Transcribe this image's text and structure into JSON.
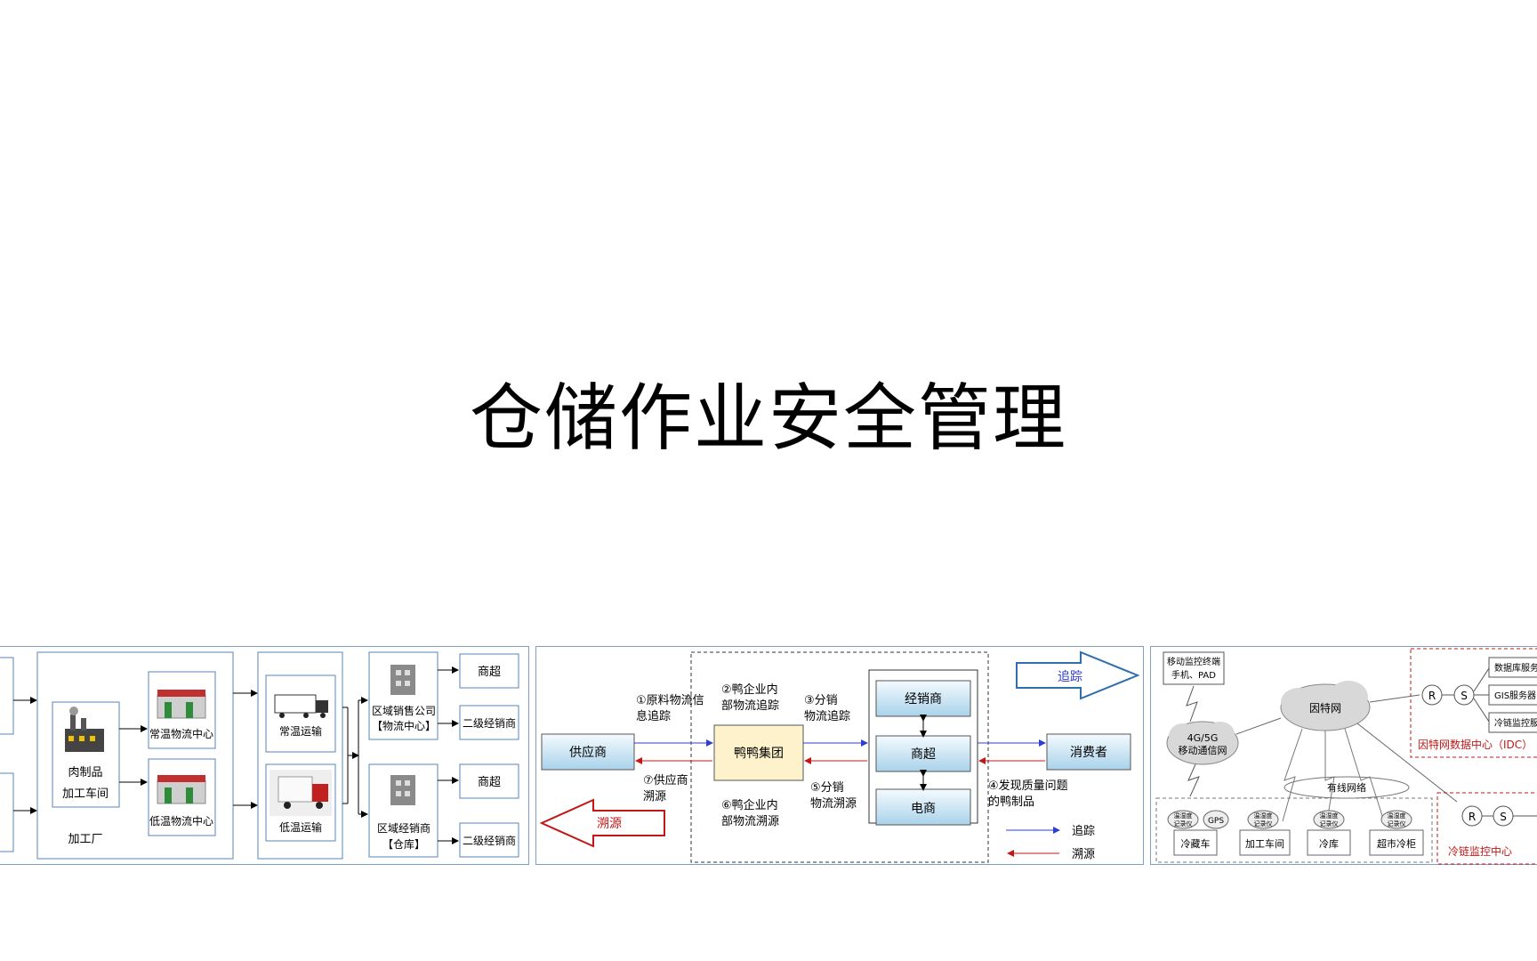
{
  "slide": {
    "title": "仓储作业安全管理"
  },
  "panel1": {
    "factory_caption": "加工厂",
    "meat": "肉制品",
    "meat_workshop": "加工车间",
    "normal_temp_center": "常温物流中心",
    "low_temp_center": "低温物流中心",
    "normal_transport": "常温运输",
    "low_transport": "低温运输",
    "regional_sales": "区域销售公司",
    "logistics_center": "【物流中心】",
    "regional_dealer": "区域经销商",
    "warehouse": "【仓库】",
    "supermarket_1": "商超",
    "dealer2_1": "二级经销商",
    "supermarket_2": "商超",
    "dealer2_2": "二级经销商"
  },
  "panel2": {
    "supplier": "供应商",
    "group": "鸭鸭集团",
    "dealer": "经销商",
    "supermarket": "商超",
    "ecommerce": "电商",
    "consumer": "消费者",
    "trace_arrow": "追踪",
    "source_arrow": "溯源",
    "step1_a": "①原料物流信",
    "step1_b": "息追踪",
    "step2_a": "②鸭企业内",
    "step2_b": "部物流追踪",
    "step3_a": "③分销",
    "step3_b": "物流追踪",
    "step4_a": "④发现质量问题",
    "step4_b": "的鸭制品",
    "step5_a": "⑤分销",
    "step5_b": "物流溯源",
    "step6_a": "⑥鸭企业内",
    "step6_b": "部物流溯源",
    "step7_a": "⑦供应商",
    "step7_b": "溯源",
    "legend_trace": "追踪",
    "legend_source": "溯源",
    "colors": {
      "trace": "#2f3fd0",
      "source": "#c01818",
      "node_fill": "#d6ebf6",
      "group_fill": "#fdf2cc"
    }
  },
  "panel3": {
    "mobile_terminal_a": "移动监控终端",
    "mobile_terminal_b": "手机、PAD",
    "mobile_net_a": "4G/5G",
    "mobile_net_b": "移动通信网",
    "internet": "因特网",
    "wired": "有线网络",
    "r1": "R",
    "s1": "S",
    "db_server": "数据库服务",
    "gis_server": "GIS服务器",
    "cold_monitor": "冷链监控服",
    "idc": "因特网数据中心（IDC）",
    "r2": "R",
    "s2": "S",
    "cold_center": "冷链监控中心",
    "recorder": "温湿度",
    "recorder_b": "记录仪",
    "gps": "GPS",
    "fridge_truck": "冷藏车",
    "workshop": "加工车间",
    "cold_storage": "冷库",
    "market_cabinet": "超市冷柜"
  }
}
